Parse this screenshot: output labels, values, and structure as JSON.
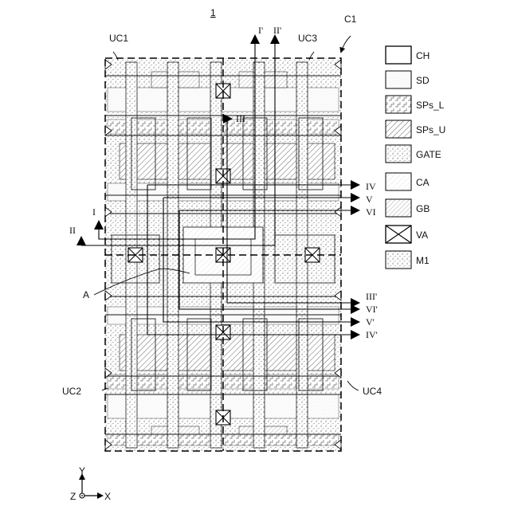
{
  "figure": {
    "number": "1",
    "cell_label_main": "C1"
  },
  "unit_cells": {
    "uc1": "UC1",
    "uc2": "UC2",
    "uc3": "UC3",
    "uc4": "UC4"
  },
  "section_labels": {
    "i": "I",
    "ii": "II",
    "i_prime": "I'",
    "ii_prime": "II'",
    "iii": "III",
    "iii_prime": "III'",
    "iv": "IV",
    "iv_prime": "IV'",
    "v": "V",
    "v_prime": "V'",
    "vi": "VI",
    "vi_prime": "VI'",
    "a": "A"
  },
  "legend": [
    {
      "key": "ch",
      "label": "CH"
    },
    {
      "key": "sd",
      "label": "SD"
    },
    {
      "key": "sps_l",
      "label": "SPs_L"
    },
    {
      "key": "sps_u",
      "label": "SPs_U"
    },
    {
      "key": "gate",
      "label": "GATE"
    },
    {
      "key": "ca",
      "label": "CA"
    },
    {
      "key": "gb",
      "label": "GB"
    },
    {
      "key": "va",
      "label": "VA"
    },
    {
      "key": "m1",
      "label": "M1"
    }
  ],
  "axes": {
    "y": "Y",
    "x": "X",
    "z": "Z"
  }
}
